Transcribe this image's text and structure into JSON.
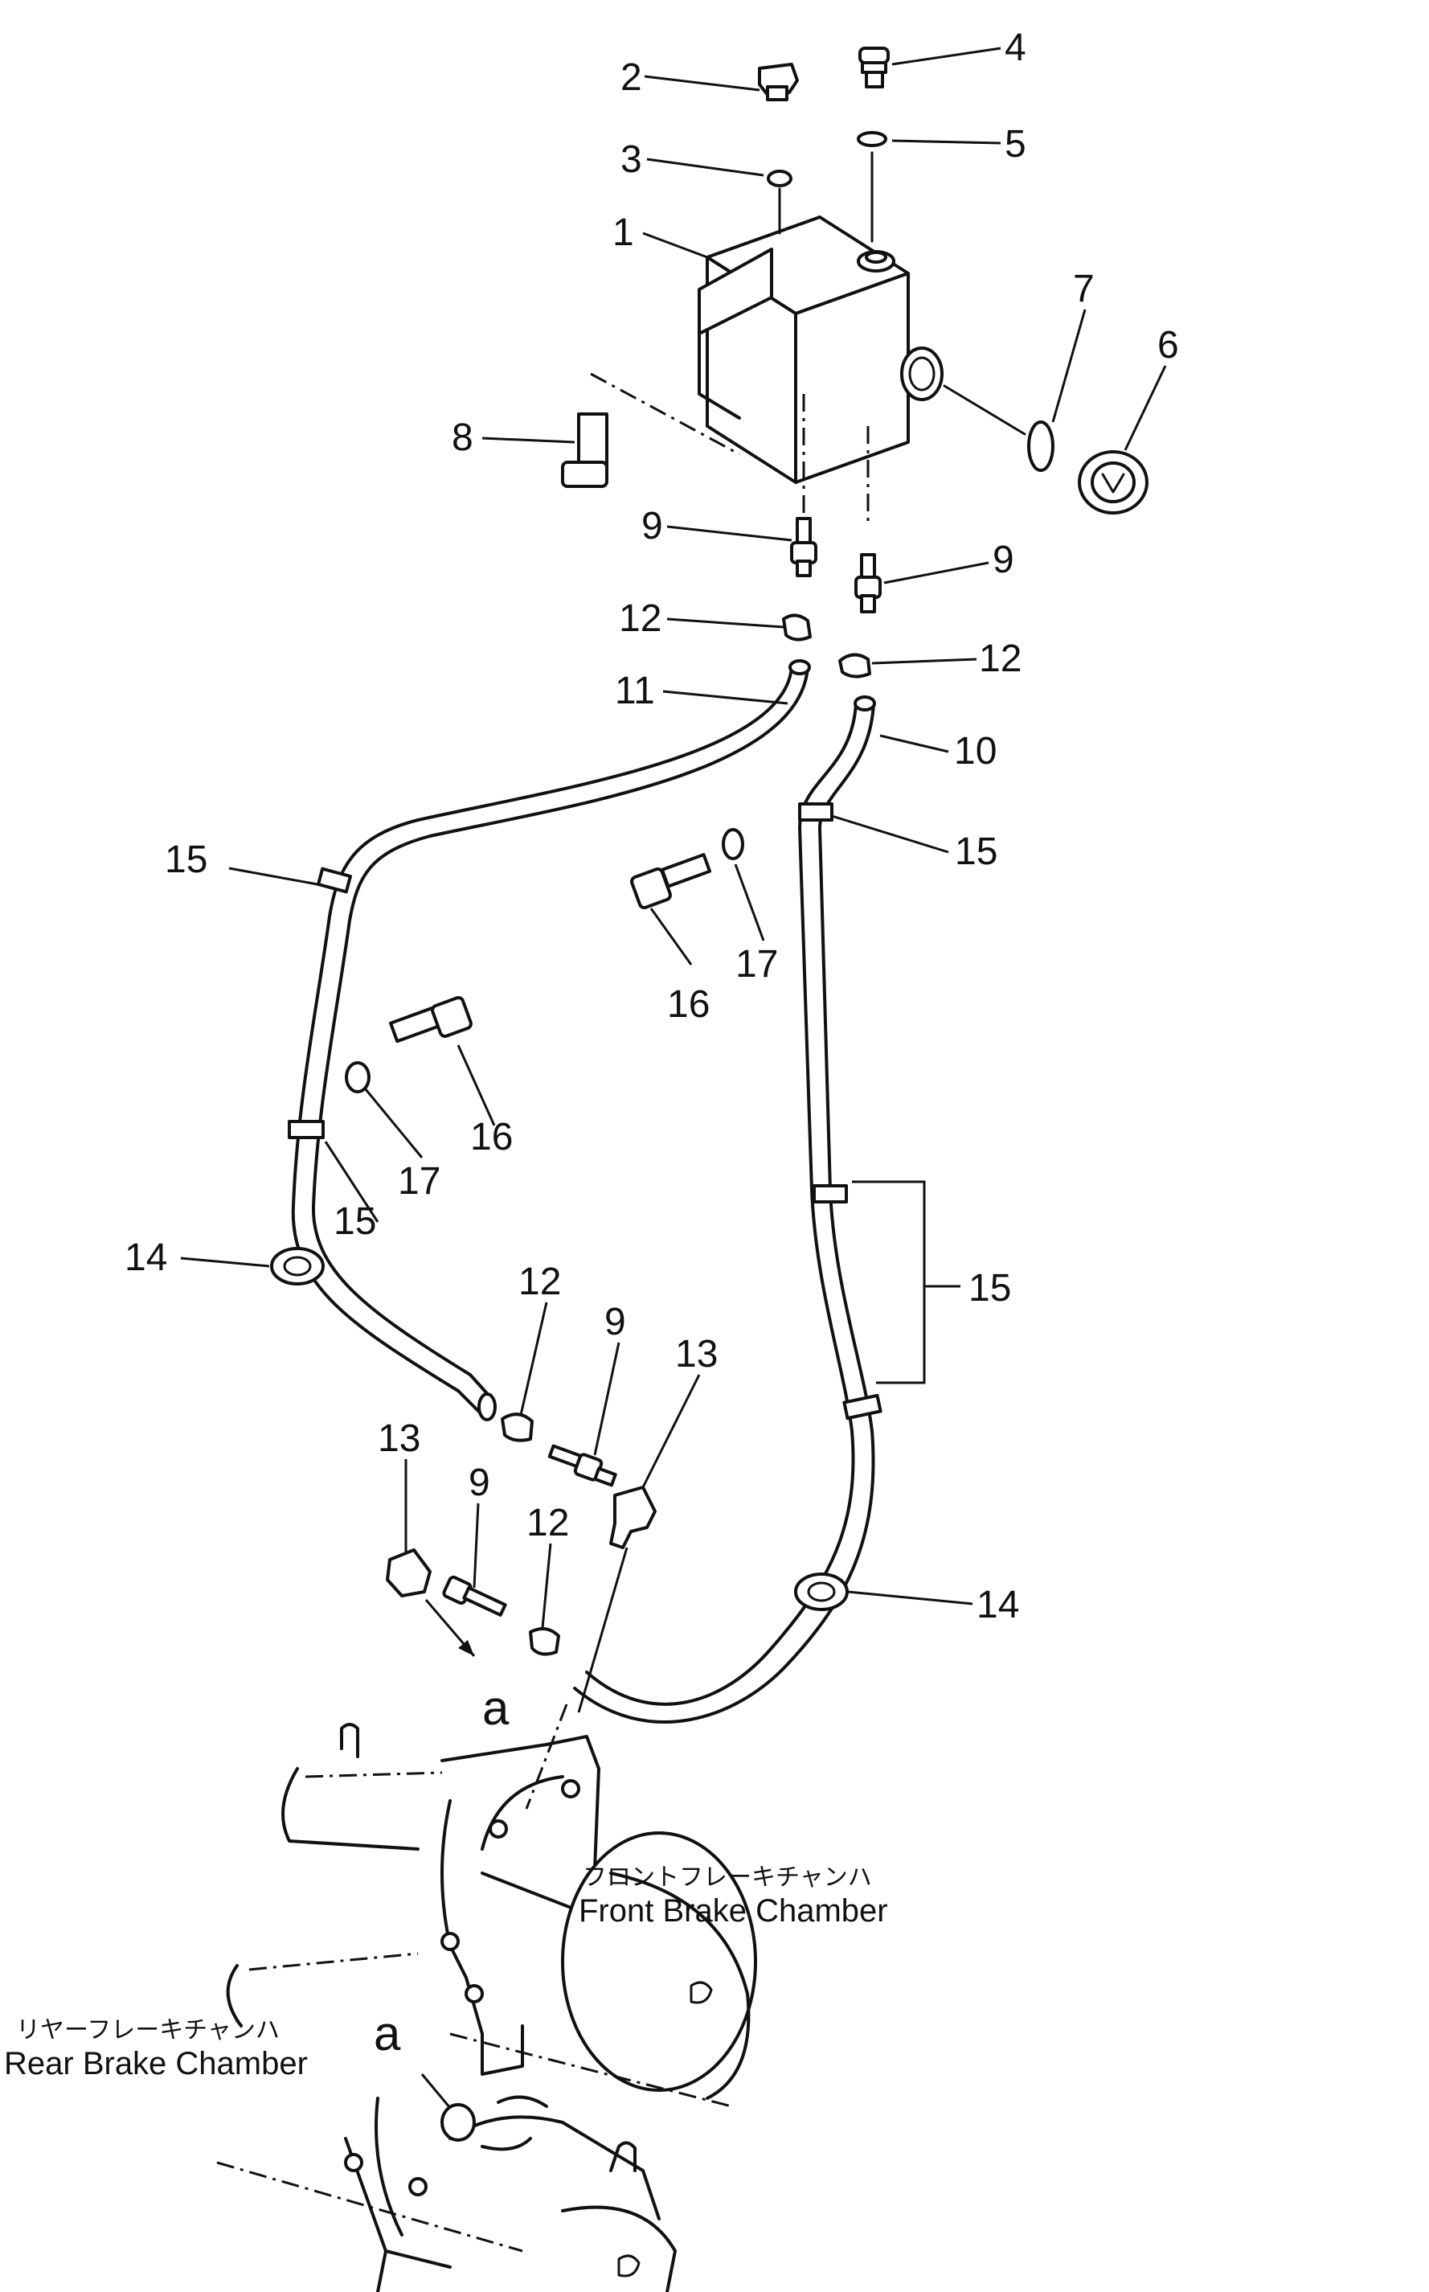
{
  "callouts": {
    "c1": "1",
    "c2": "2",
    "c3": "3",
    "c4": "4",
    "c5": "5",
    "c6": "6",
    "c7": "7",
    "c8": "8",
    "c9a": "9",
    "c9b": "9",
    "c9c": "9",
    "c9d": "9",
    "c10": "10",
    "c11": "11",
    "c12a": "12",
    "c12b": "12",
    "c12c": "12",
    "c12d": "12",
    "c13a": "13",
    "c13b": "13",
    "c14a": "14",
    "c14b": "14",
    "c15a": "15",
    "c15b": "15",
    "c15c": "15",
    "c15d": "15",
    "c16a": "16",
    "c16b": "16",
    "c17a": "17",
    "c17b": "17"
  },
  "view_markers": {
    "a1": "a",
    "a2": "a"
  },
  "captions": {
    "front_jp": "フロントフレーキチャンハ",
    "front_en": "Front Brake Chamber",
    "rear_jp": "リヤーフレーキチャンハ",
    "rear_en": "Rear Brake Chamber"
  }
}
